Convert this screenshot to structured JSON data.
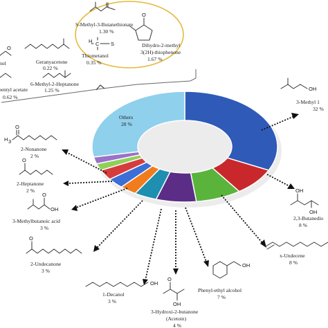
{
  "chart_data": {
    "type": "pie",
    "title": "",
    "style": "donut",
    "slices": [
      {
        "name": "3-Methyl 1",
        "label_main": "3-Methyl 1",
        "label_pct": "32 %",
        "value": 32,
        "color": "#2f5ab8"
      },
      {
        "name": "2,3-Butanediol",
        "label_main": "2,3-Butanedio",
        "label_pct": "8 %",
        "value": 8,
        "color": "#c8282c"
      },
      {
        "name": "x-Undecene",
        "label_main": "x-Undecene",
        "label_pct": "8 %",
        "value": 8,
        "color": "#5ab43c"
      },
      {
        "name": "Phenyl-ethyl alcohol",
        "label_main": "Phenyl-ethyl alcohol",
        "label_pct": "7 %",
        "value": 7,
        "color": "#5b2d86"
      },
      {
        "name": "3-Hydroxi-2-butanone (Acetoin)",
        "label_main": "3-Hydroxi-2-butanone",
        "label_sub": "(Acetoin)",
        "label_pct": "4 %",
        "value": 4,
        "color": "#1e8fb0"
      },
      {
        "name": "1-Decanol",
        "label_main": "1-Decanol",
        "label_pct": "3 %",
        "value": 3,
        "color": "#f07c1e"
      },
      {
        "name": "2-Undecanone",
        "label_main": "2-Undecanone",
        "label_pct": "3 %",
        "value": 3,
        "color": "#3c6fd6"
      },
      {
        "name": "3-Methylbutanoic acid",
        "label_main": "3-Methylbutanoic acid",
        "label_pct": "3 %",
        "value": 3,
        "color": "#d63c3c"
      },
      {
        "name": "2-Heptanone",
        "label_main": "2-Heptanone",
        "label_pct": "2 %",
        "value": 2,
        "color": "#8fd05a"
      },
      {
        "name": "2-Nonanone",
        "label_main": "2-Nonanone",
        "label_pct": "2 %",
        "value": 2,
        "color": "#9a72c8"
      },
      {
        "name": "Others",
        "label_main": "Others",
        "label_pct": "28 %",
        "value": 28,
        "color": "#8fd0ec"
      }
    ],
    "others_breakdown": [
      {
        "name": "S-Methyl-3-Butanethionate",
        "pct": "1.30 %"
      },
      {
        "name": "Dihydro-2-methyl 3(2H)-thiophenone",
        "name_line1": "Dihydro-2-methyl",
        "name_line2": "3(2H)-thiophenone",
        "pct": "1.67 %"
      },
      {
        "name": "Thiometanol",
        "pct": "0.35 %"
      },
      {
        "name": "Geranyacetone",
        "pct": "0.22 %"
      },
      {
        "name": "6-Methyl-2-Heptanone",
        "pct": "1.25 %"
      },
      {
        "name": "pentyl acetate",
        "pct": "0.62 %"
      },
      {
        "name": "nol",
        "pct": ""
      }
    ],
    "atoms": {
      "oh": "OH",
      "o": "O",
      "s": "S",
      "h": "H",
      "c": "C",
      "h3c": "H",
      "three": "3"
    }
  }
}
